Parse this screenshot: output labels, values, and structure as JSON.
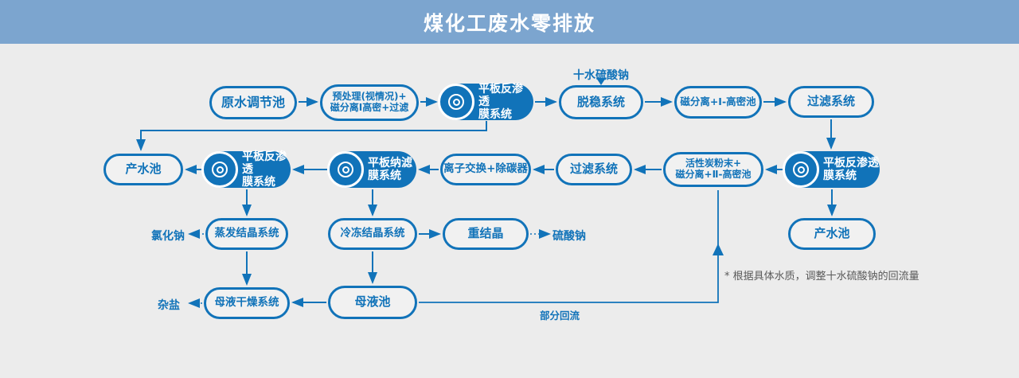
{
  "header": {
    "title": "煤化工废水零排放"
  },
  "colors": {
    "header_bg": "#7ca5cf",
    "accent_blue": "#1173b9",
    "background": "#ececec",
    "note_gray": "#595959"
  },
  "nodes": {
    "raw_pool": "原水调节池",
    "pretreat": {
      "line1": "预处理(视情况)+",
      "line2": "磁分离Ⅰ高密+过滤"
    },
    "ro1": {
      "line1": "平板反渗透",
      "line2": "膜系统"
    },
    "destab": "脱稳系统",
    "mag_hd1": "磁分离+Ⅰ-高密池",
    "filter1": "过滤系统",
    "prod_pool1": "产水池",
    "ro2": {
      "line1": "平板反渗透",
      "line2": "膜系统"
    },
    "nf": {
      "line1": "平板纳滤",
      "line2": "膜系统"
    },
    "ion_exchange": "离子交换+除碳器",
    "filter2": "过滤系统",
    "ac_mag_hd2": {
      "line1": "活性炭粉末+",
      "line2": "磁分离+Ⅱ-高密池"
    },
    "ro3": {
      "line1": "平板反渗透",
      "line2": "膜系统"
    },
    "evap_cryst": "蒸发结晶系统",
    "freeze_cryst": "冷冻结晶系统",
    "recryst": "重结晶",
    "prod_pool2": "产水池",
    "dry": "母液干燥系统",
    "mother_pool": "母液池"
  },
  "labels": {
    "additive": "十水硫酸钠",
    "nacl": "氯化钠",
    "na2so4": "硫酸钠",
    "misc_salt": "杂盐",
    "partial_reflux": "部分回流",
    "footnote": "* 根据具体水质，调整十水硫酸钠的回流量"
  }
}
